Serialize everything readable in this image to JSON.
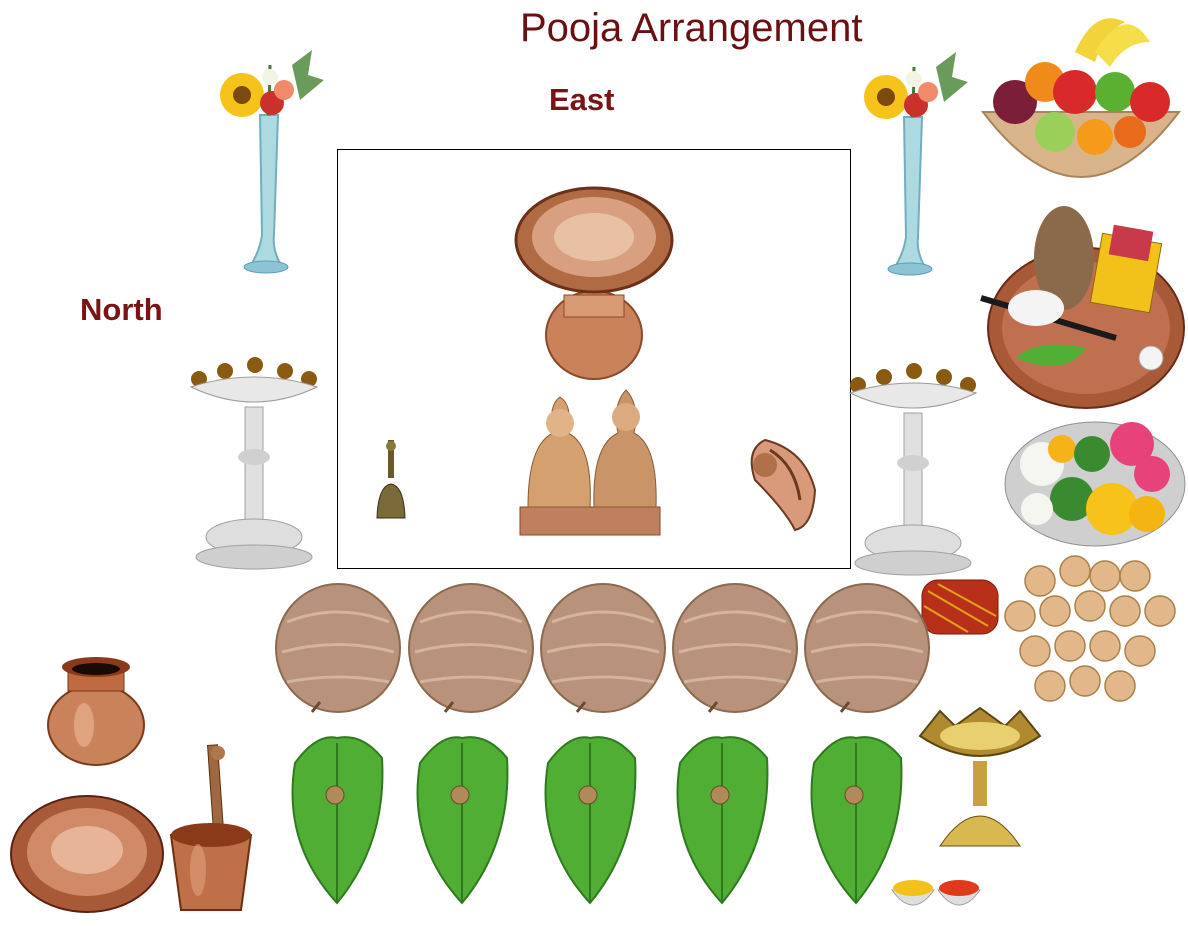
{
  "title": "Pooja Arrangement",
  "directions": {
    "east": "East",
    "north": "North"
  },
  "altar": {
    "items": [
      "kalash-with-plate-icon",
      "bell-icon",
      "lakshmi-ganesha-idol-icon",
      "conch-shell-icon"
    ]
  },
  "offerings": {
    "coconut_count": 5,
    "betel_leaf_count": 5
  },
  "colors": {
    "title": "#6b1010",
    "direction_label": "#7a1414",
    "copper": "#c9825a",
    "leaf": "#4fae33",
    "coconut": "#b8927a",
    "silver": "#dcdcdc"
  }
}
